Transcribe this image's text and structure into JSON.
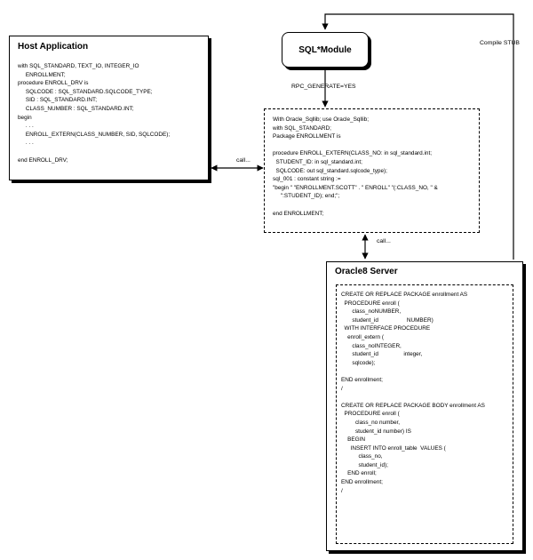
{
  "host_app": {
    "title": "Host Application",
    "code": "with SQL_STANDARD, TEXT_IO, INTEGER_IO\n     ENROLLMENT;\nprocedure ENROLL_DRV is\n     SQLCODE : SQL_STANDARD.SQLCODE_TYPE;\n     SID : SQL_STANDARD.INT;\n     CLASS_NUMBER : SQL_STANDARD.INT;\nbegin\n     . . .\n     ENROLL_EXTERN(CLASS_NUMBER, SID, SQLCODE);\n     . . .\n\nend ENROLL_DRV;"
  },
  "sql_module": {
    "label": "SQL*Module"
  },
  "labels": {
    "rpc_generate": "RPC_GENERATE=YES",
    "compile_stub": "Compile STUB",
    "call_1": "call...",
    "call_2": "call..."
  },
  "stub": {
    "code": "With Oracle_Sqllib; use Oracle_Sqllib;\nwith SQL_STANDARD;\nPackage ENROLLMENT is\n\nprocedure ENROLL_EXTERN(CLASS_NO: in sql_standard.int;\n  STUDENT_ID: in sql_standard.int;\n  SQLCODE: out sql_standard.sqlcode_type);\nsql_001 : constant string :=\n\"begin \" \"ENROLLMENT.SCOTT\" . \" ENROLL\" \"(:CLASS_NO, \" &\n     \":STUDENT_ID); end;\";\n\nend ENROLLMENT;"
  },
  "server": {
    "title": "Oracle8 Server",
    "code": "CREATE OR REPLACE PACKAGE enrollment AS\n  PROCEDURE enroll (\n       class_noNUMBER,\n       student_id                  NUMBER)\n  WITH INTERFACE PROCEDURE\n    enroll_extern (\n       class_noINTEGER,\n       student_id                integer,\n       sqlcode);\n\nEND enrollment;\n/\n\nCREATE OR REPLACE PACKAGE BODY enrollment AS\n  PROCEDURE enroll (\n         class_no number,\n         student_id number) IS\n    BEGIN\n      INSERT INTO enroll_table  VALUES (\n           class_no,\n           student_id);\n    END enroll;\nEND enrollment;\n/"
  }
}
